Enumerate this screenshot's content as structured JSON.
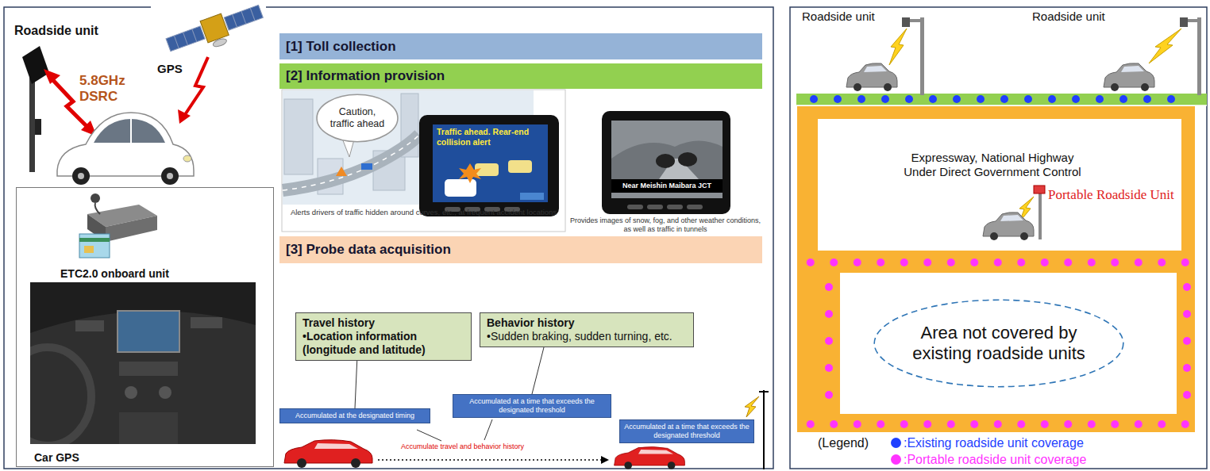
{
  "diagram": {
    "nodes": [
      {
        "text": [
          "ETC2.0 onboard unit",
          "Car GPS"
        ]
      },
      {
        "text": [
          "[1] Toll collection"
        ]
      },
      {
        "text": [
          "[2] Information provision"
        ]
      },
      {
        "text": [
          "Caution, traffic ahead"
        ]
      },
      {
        "text": [
          "Traffic ahead. Rear-end collision alert"
        ]
      },
      {
        "text": [
          "[3] Probe data acquisition"
        ]
      },
      {
        "text": [
          "Travel history",
          "•Location information (longitude and latitude)"
        ]
      },
      {
        "text": [
          "Behavior history",
          "•Sudden braking, sudden turning, etc."
        ]
      },
      {
        "text": [
          "Accumulated at the designated timing"
        ]
      },
      {
        "text": [
          "Accumulated at a time that exceeds the designated threshold"
        ]
      },
      {
        "text": [
          "Accumulated at a time that exceeds the designated threshold"
        ]
      },
      {
        "text": [
          "Area not covered by existing roadside units"
        ]
      }
    ],
    "edges": [
      {
        "from": 6,
        "to": 8,
        "arrow": "none"
      },
      {
        "from": 7,
        "to": 9,
        "arrow": "none"
      }
    ],
    "labels": [
      "Roadside unit",
      "GPS",
      "5.8GHz DSRC",
      "Alerts drivers of traffic hidden around curves, etc., at frequent accident locations",
      "Near Meishin Maibara JCT",
      "Provides images of snow, fog, and other weather conditions, as well as traffic in tunnels",
      "Accumulate travel and behavior history",
      "Roadside unit",
      "Roadside unit",
      "Expressway, National Highway Under Direct Government Control",
      "Portable Roadside Unit",
      "(Legend)"
    ],
    "legend": [
      {
        "text": ":Existing roadside unit coverage",
        "color": "#1f3fff"
      },
      {
        "text": ":Portable roadside unit coverage",
        "color": "#ff33ff"
      }
    ]
  }
}
